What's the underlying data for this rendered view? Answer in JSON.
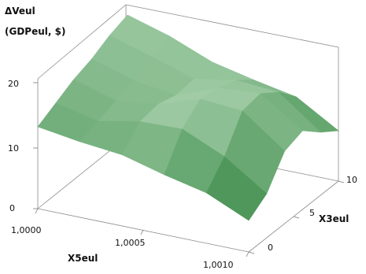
{
  "chart_data": {
    "type": "surface3d",
    "z_title_line1": "ΔVeul",
    "z_title_line2": "(GDPeul, $)",
    "x_axis_title": "X5eul",
    "y_axis_title": "X3eul",
    "x_tick_labels": [
      "1,0000",
      "1,0005",
      "1,0010"
    ],
    "y_tick_labels": [
      "0",
      "5",
      "10"
    ],
    "z_tick_labels": [
      "0",
      "10",
      "20"
    ],
    "x_range": [
      1.0,
      1.001
    ],
    "y_range": [
      0,
      10
    ],
    "z_range": [
      0,
      22
    ],
    "surface_color": "#2e8b3a",
    "surface_highlight": "#e8f7e8",
    "surface": {
      "x": [
        1.0,
        1.0002,
        1.0004,
        1.0006,
        1.0008,
        1.001
      ],
      "y": [
        10,
        8,
        6,
        4,
        2,
        0
      ],
      "z": [
        [
          19.5,
          17.5,
          14.8,
          13.3,
          12.0,
          8.0
        ],
        [
          18.5,
          16.5,
          14.3,
          15.5,
          15.0,
          10.0
        ],
        [
          17.0,
          15.0,
          14.0,
          16.5,
          17.0,
          12.5
        ],
        [
          16.0,
          14.0,
          14.8,
          17.0,
          16.5,
          11.5
        ],
        [
          14.5,
          13.0,
          14.3,
          14.5,
          11.5,
          7.0
        ],
        [
          13.0,
          12.0,
          11.3,
          9.5,
          8.0,
          5.0
        ]
      ]
    }
  }
}
